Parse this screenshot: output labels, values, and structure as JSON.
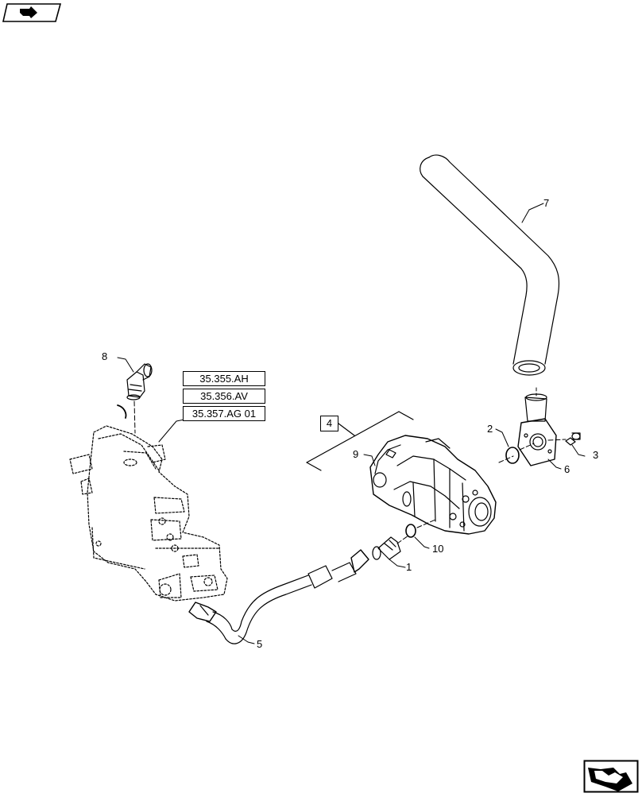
{
  "references": [
    {
      "id": "ref-35-355-ah",
      "label": "35.355.AH"
    },
    {
      "id": "ref-35-356-av",
      "label": "35.356.AV"
    },
    {
      "id": "ref-35-357-ag-01",
      "label": "35.357.AG 01"
    }
  ],
  "assembly_callout": "4",
  "callouts": {
    "c1": "1",
    "c2": "2",
    "c3": "3",
    "c5": "5",
    "c6": "6",
    "c7": "7",
    "c8": "8",
    "c9": "9",
    "c10": "10"
  },
  "icons": {
    "top_left": "previous-page-arrow-icon",
    "bottom_right": "next-page-arrow-icon"
  },
  "colors": {
    "line": "#000000",
    "background": "#ffffff"
  }
}
